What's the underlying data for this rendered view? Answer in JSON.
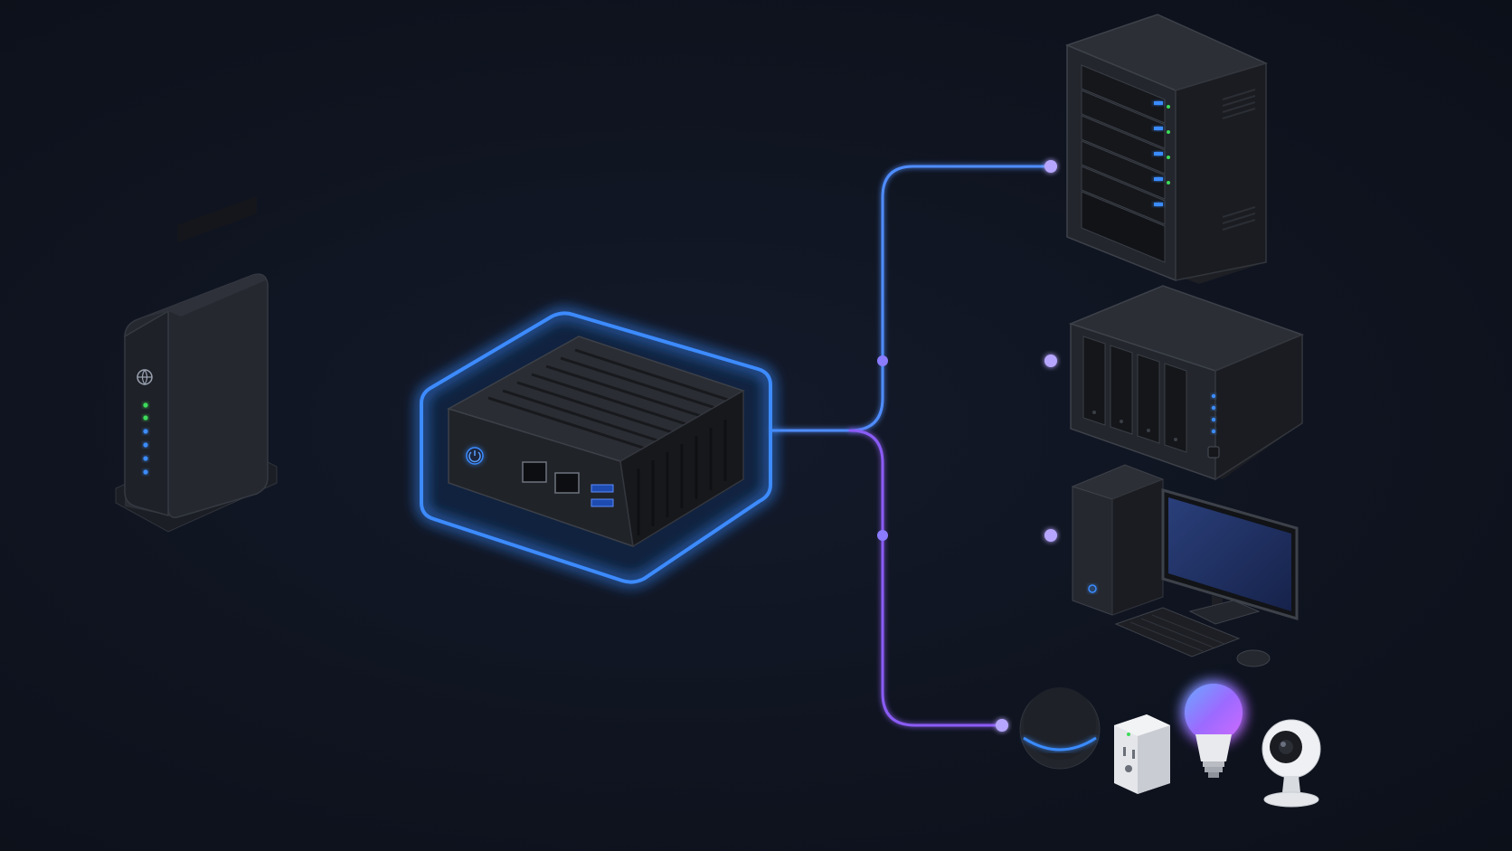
{
  "diagram": {
    "kind": "home network topology",
    "center_node": {
      "name": "mini-pc-gateway",
      "ports": [
        "ethernet",
        "ethernet",
        "usb",
        "usb"
      ],
      "power_icon": "power-icon"
    },
    "upstream_node": {
      "name": "modem",
      "icon": "globe-icon",
      "status_leds": 6
    },
    "downstream_nodes": [
      {
        "name": "rack-server",
        "link_color": "#4f7dff"
      },
      {
        "name": "nas",
        "drive_bays": 4,
        "link_color": "#7b6cf5"
      },
      {
        "name": "desktop-pc",
        "link_color": "#8a63f0"
      },
      {
        "name": "smart-home-devices",
        "devices": [
          "smart-speaker",
          "smart-plug",
          "smart-bulb",
          "security-camera"
        ],
        "link_color": "#8b5cf6"
      }
    ]
  },
  "colors": {
    "background": "#0f1420",
    "device_body": "#23262d",
    "device_edge": "#3a3e47",
    "glow": "#2f7bff",
    "link_blue": "#4f7dff",
    "link_purple": "#8b5cf6",
    "led_green": "#3ddc5a",
    "led_blue": "#3b8cff"
  }
}
